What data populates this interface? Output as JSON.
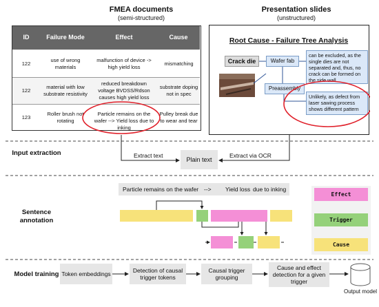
{
  "fmea": {
    "title": "FMEA documents",
    "subtitle": "(semi-structured)",
    "headers": [
      "ID",
      "Failure Mode",
      "Effect",
      "Cause"
    ],
    "rows": [
      [
        "122",
        "use of wrong materials",
        "malfunction of device -> high yield loss",
        "mismatching"
      ],
      [
        "122",
        "material with low substrate resistivity",
        "reduced breakdown voltage BVDSS/Rdson causes high yield loss",
        "substrate doping not in spec"
      ],
      [
        "123",
        "Roller brush not rotating",
        "Particle remains on the wafer --> Yield loss due to inking",
        "Pulley break due to wear and tear"
      ]
    ]
  },
  "slides": {
    "title": "Presentation slides",
    "subtitle": "(unstructured)",
    "slide_title": "Root Cause - Failure Tree Analysis",
    "crack_die": "Crack die",
    "wafer_fab": "Wafer fab",
    "preassembly": "Preassembly",
    "note1": "can be excluded, as the single dies are not separated and, thus, no crack can be formed on the side wall",
    "note2": "Unlikely, as defect from laser sawing process shows different pattern"
  },
  "stages": {
    "input_extraction": "Input extraction",
    "sentence_annotation": "Sentence annotation",
    "model_training": "Model training"
  },
  "extraction": {
    "extract_text": "Extract text",
    "plain_text": "Plain text",
    "extract_ocr": "Extract via OCR"
  },
  "annotation": {
    "sentence_part1": "Particle remains on the wafer",
    "sentence_arrow": "-->",
    "sentence_part2": "Yield loss",
    "sentence_part3": "due to",
    "sentence_part4": "inking"
  },
  "legend": {
    "items": [
      {
        "label": "Effect",
        "color": "#f48fd6"
      },
      {
        "label": "Trigger",
        "color": "#95d17a"
      },
      {
        "label": "Cause",
        "color": "#f7e27a"
      }
    ]
  },
  "training": {
    "steps": [
      "Token embeddings",
      "Detection of causal trigger tokens",
      "Causal trigger grouping",
      "Cause and effect detection for a given trigger"
    ],
    "output": "Output model"
  },
  "colors": {
    "effect": "#f48fd6",
    "trigger": "#95d17a",
    "cause": "#f7e27a",
    "header_bg": "#666666",
    "box_gray": "#e6e6e6",
    "slide_box": "#dbe8f8",
    "slide_box_border": "#7a9cc6",
    "red": "#e0202a"
  }
}
